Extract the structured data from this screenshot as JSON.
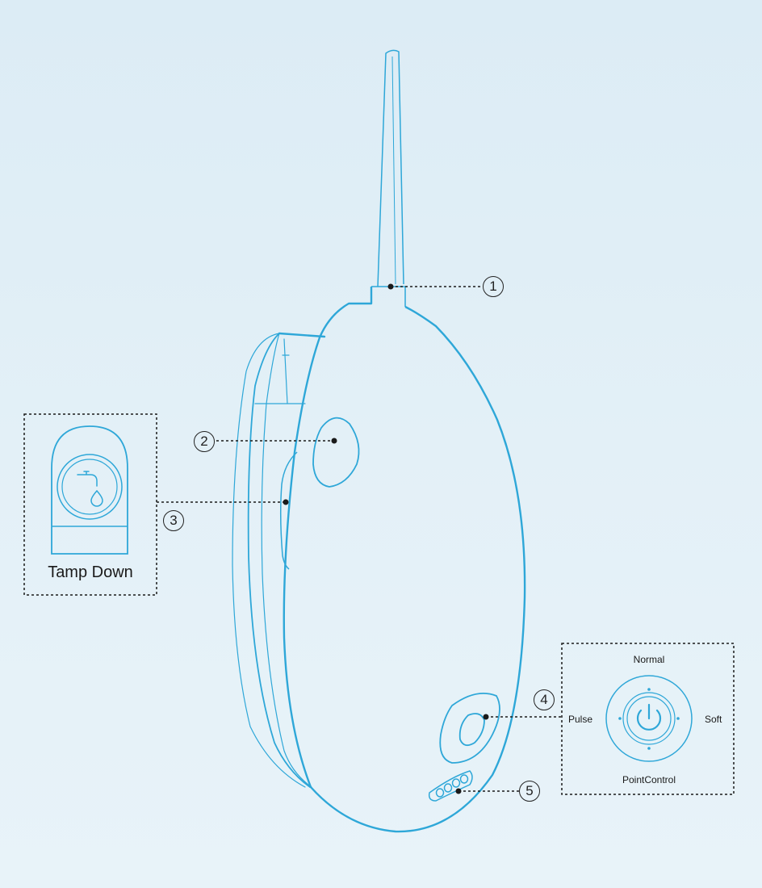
{
  "callouts": [
    {
      "number": "1"
    },
    {
      "number": "2"
    },
    {
      "number": "3"
    },
    {
      "number": "4"
    },
    {
      "number": "5"
    }
  ],
  "inset_tank": {
    "label": "Tamp Down",
    "icon": "faucet-drop-icon"
  },
  "inset_control": {
    "modes": {
      "top": "Normal",
      "left": "Pulse",
      "right": "Soft",
      "bottom": "PointControl"
    },
    "icon": "power-icon"
  },
  "colors": {
    "outline": "#2ea7d8",
    "background": "#e1eef6",
    "leader": "#1a1a1a"
  }
}
